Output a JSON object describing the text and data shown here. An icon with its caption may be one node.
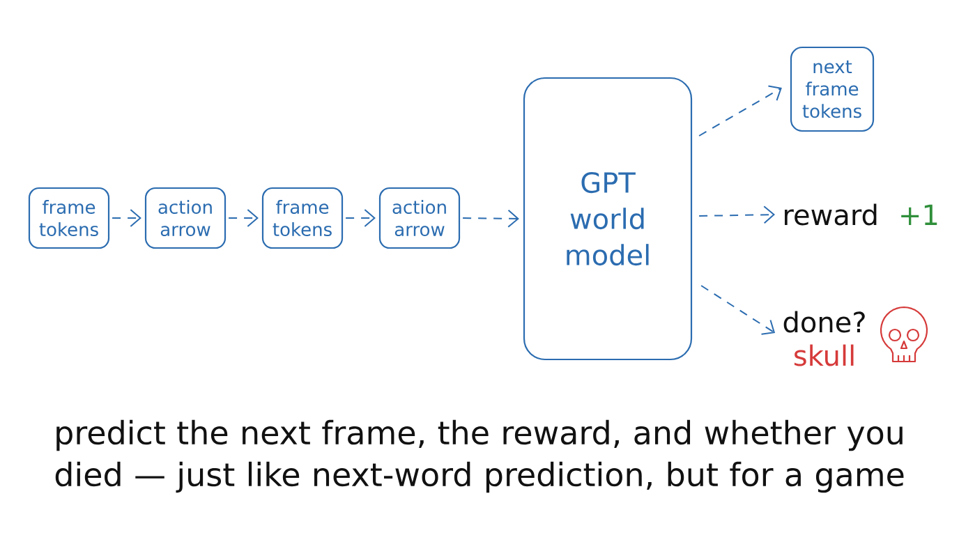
{
  "diagram": {
    "caption": "predict the next frame, the reward, and whether you died — just like next-word prediction, but for a game",
    "nodes": [
      {
        "text": [
          "frame tokens"
        ]
      },
      {
        "text": [
          "action arrow"
        ]
      },
      {
        "text": [
          "frame tokens"
        ]
      },
      {
        "text": [
          "action arrow"
        ]
      },
      {
        "text": [
          "GPT world model"
        ]
      },
      {
        "text": [
          "next frame tokens"
        ]
      },
      {
        "text": [
          "reward",
          "+1"
        ]
      },
      {
        "text": [
          "done?",
          "skull"
        ]
      }
    ],
    "edges": [
      {
        "from": 0,
        "to": 1,
        "arrow": "to",
        "style": "dashed"
      },
      {
        "from": 1,
        "to": 2,
        "arrow": "to",
        "style": "dashed"
      },
      {
        "from": 2,
        "to": 3,
        "arrow": "to",
        "style": "dashed"
      },
      {
        "from": 3,
        "to": 4,
        "arrow": "to",
        "style": "dashed"
      },
      {
        "from": 4,
        "to": 5,
        "arrow": "to",
        "style": "dashed"
      },
      {
        "from": 4,
        "to": 6,
        "arrow": "to",
        "style": "dashed"
      },
      {
        "from": 4,
        "to": 7,
        "arrow": "to",
        "style": "dashed"
      }
    ]
  }
}
